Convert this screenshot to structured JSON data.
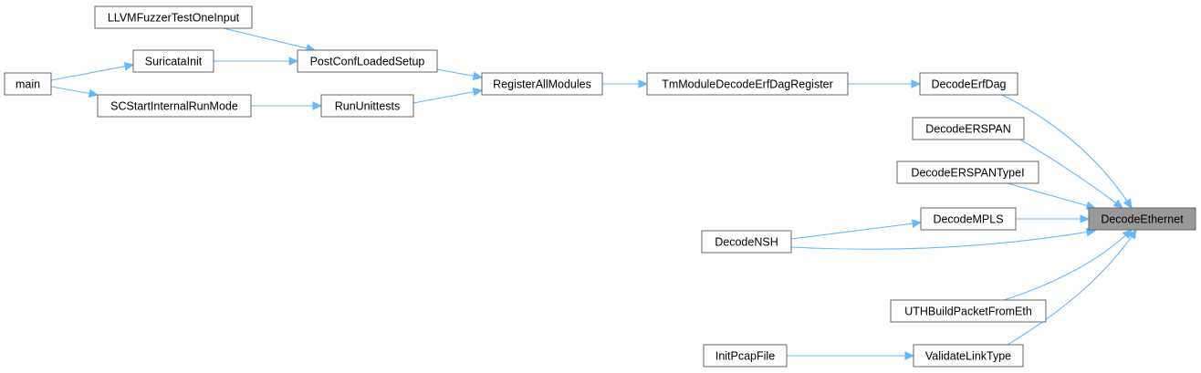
{
  "graph": {
    "title": "Caller graph of DecodeEthernet",
    "colors": {
      "node_fill": "#ffffff",
      "node_border": "#666666",
      "root_fill": "#999999",
      "edge": "#63b8ff",
      "text": "#000000"
    },
    "nodes": [
      {
        "id": "main",
        "label": "main"
      },
      {
        "id": "llvm",
        "label": "LLVMFuzzerTestOneInput"
      },
      {
        "id": "suricatainit",
        "label": "SuricataInit"
      },
      {
        "id": "scstart",
        "label": "SCStartInternalRunMode"
      },
      {
        "id": "postconf",
        "label": "PostConfLoadedSetup"
      },
      {
        "id": "rununittests",
        "label": "RunUnittests"
      },
      {
        "id": "registerall",
        "label": "RegisterAllModules"
      },
      {
        "id": "tmmodule",
        "label": "TmModuleDecodeErfDagRegister"
      },
      {
        "id": "decodeerfdag",
        "label": "DecodeErfDag"
      },
      {
        "id": "decodeerspan",
        "label": "DecodeERSPAN"
      },
      {
        "id": "decodeerspantypei",
        "label": "DecodeERSPANTypeI"
      },
      {
        "id": "decodempls",
        "label": "DecodeMPLS"
      },
      {
        "id": "decodensh",
        "label": "DecodeNSH"
      },
      {
        "id": "uthbuild",
        "label": "UTHBuildPacketFromEth"
      },
      {
        "id": "initpcap",
        "label": "InitPcapFile"
      },
      {
        "id": "validatelink",
        "label": "ValidateLinkType"
      },
      {
        "id": "decodeethernet",
        "label": "DecodeEthernet",
        "root": true
      }
    ],
    "edges": [
      {
        "from": "main",
        "to": "suricatainit"
      },
      {
        "from": "main",
        "to": "scstart"
      },
      {
        "from": "llvm",
        "to": "postconf"
      },
      {
        "from": "suricatainit",
        "to": "postconf"
      },
      {
        "from": "scstart",
        "to": "rununittests"
      },
      {
        "from": "postconf",
        "to": "registerall"
      },
      {
        "from": "rununittests",
        "to": "registerall"
      },
      {
        "from": "registerall",
        "to": "tmmodule"
      },
      {
        "from": "tmmodule",
        "to": "decodeerfdag"
      },
      {
        "from": "decodeerfdag",
        "to": "decodeethernet"
      },
      {
        "from": "decodeerspan",
        "to": "decodeethernet"
      },
      {
        "from": "decodeerspantypei",
        "to": "decodeethernet"
      },
      {
        "from": "decodempls",
        "to": "decodeethernet"
      },
      {
        "from": "decodensh",
        "to": "decodempls"
      },
      {
        "from": "decodensh",
        "to": "decodeethernet"
      },
      {
        "from": "uthbuild",
        "to": "decodeethernet"
      },
      {
        "from": "initpcap",
        "to": "validatelink"
      },
      {
        "from": "validatelink",
        "to": "decodeethernet"
      }
    ]
  }
}
